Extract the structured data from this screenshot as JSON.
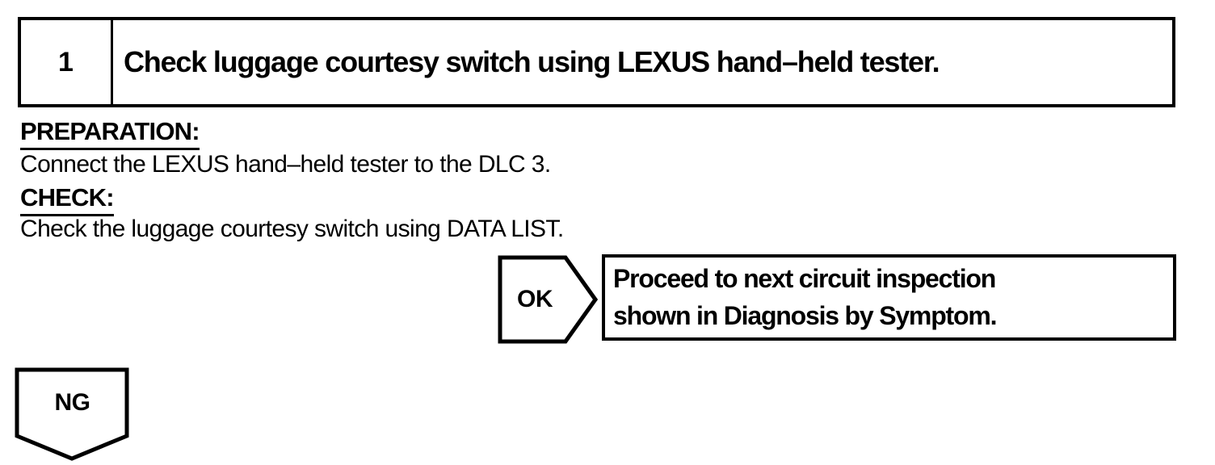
{
  "colors": {
    "ink": "#000000",
    "paper": "#ffffff"
  },
  "step": {
    "number": "1",
    "title": "Check luggage courtesy switch using LEXUS hand–held tester."
  },
  "preparation": {
    "heading": "PREPARATION:",
    "body": "Connect the LEXUS hand–held tester to the DLC 3."
  },
  "check": {
    "heading": "CHECK:",
    "body": "Check the luggage courtesy switch using DATA LIST."
  },
  "ok_branch": {
    "label": "OK",
    "result_line1": "Proceed to next circuit inspection",
    "result_line2": "shown in Diagnosis by Symptom."
  },
  "ng_branch": {
    "label": "NG"
  }
}
